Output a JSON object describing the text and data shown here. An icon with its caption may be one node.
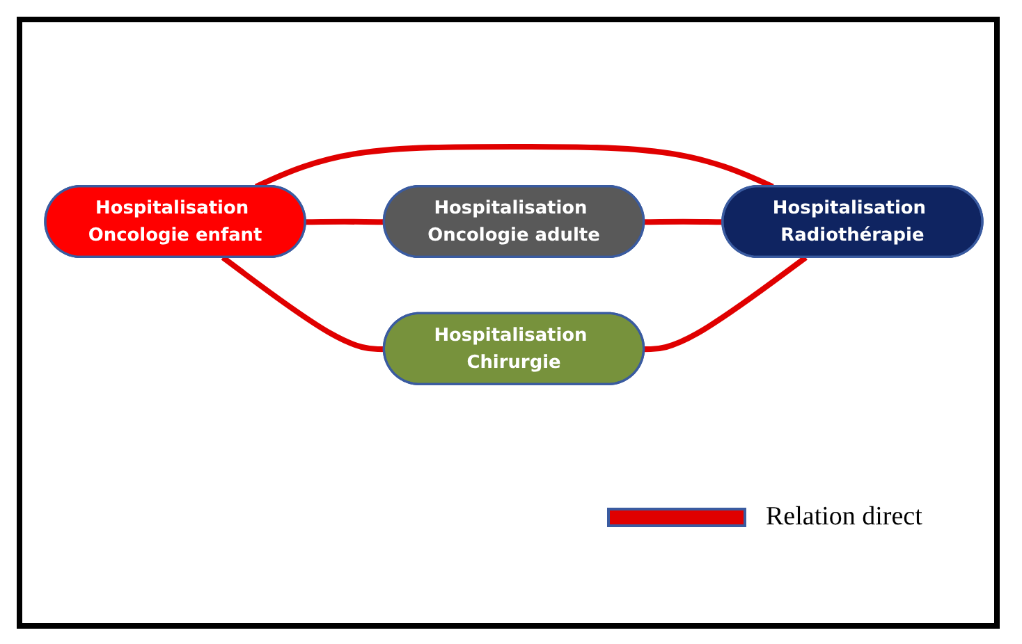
{
  "diagram": {
    "nodes": [
      {
        "text": [
          "Hospitalisation Oncologie enfant"
        ]
      },
      {
        "text": [
          "Hospitalisation Oncologie adulte"
        ]
      },
      {
        "text": [
          "Hospitalisation Chirurgie"
        ]
      },
      {
        "text": [
          "Hospitalisation Radiothérapie"
        ]
      }
    ],
    "edges": [
      {
        "from": 0,
        "to": 1,
        "arrow": "none"
      },
      {
        "from": 0,
        "to": 2,
        "arrow": "none"
      },
      {
        "from": 0,
        "to": 3,
        "arrow": "none"
      },
      {
        "from": 1,
        "to": 3,
        "arrow": "none"
      },
      {
        "from": 2,
        "to": 3,
        "arrow": "none"
      }
    ],
    "legend": [
      {
        "text": "Relation direct"
      }
    ]
  }
}
